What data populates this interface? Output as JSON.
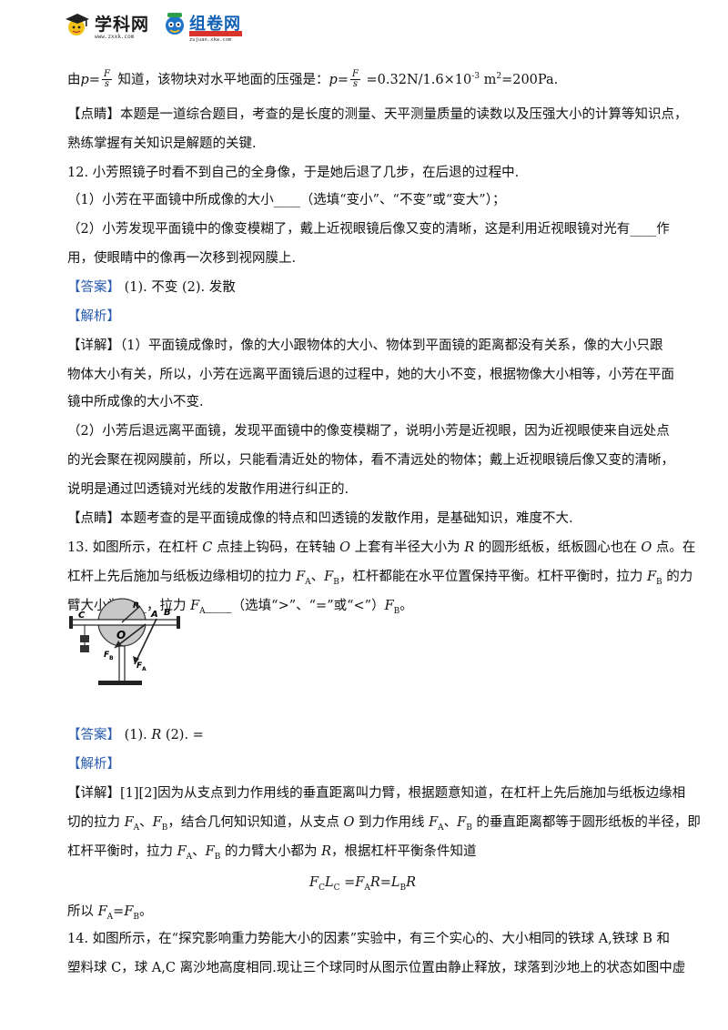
{
  "header": {
    "logo1_name": "学科网",
    "logo1_url": "www.zxxk.com",
    "logo2_name": "组卷网",
    "logo2_url": "zujuan.xkw.com"
  },
  "lines": {
    "l1_a": "由",
    "l1_p1": "p",
    "l1_eq1": "=",
    "l1_f1_num": "F",
    "l1_f1_den": "s",
    "l1_b": " 知道，该物块对水平地面的压强是：",
    "l1_p2": "p",
    "l1_eq2": "=",
    "l1_f2_num": "F",
    "l1_f2_den": "s",
    "l1_c": " =0.32N/1.6×10",
    "l1_sup1": "-3",
    "l1_d": " m",
    "l1_sup2": "2",
    "l1_e": "=200Pa.",
    "l2": "【点睛】本题是一道综合题目，考查的是长度的测量、天平测量质量的读数以及压强大小的计算等知识点，",
    "l3": "熟练掌握有关知识是解题的关键.",
    "l4": "12. 小芳照镜子时看不到自己的全身像，于是她后退了几步，在后退的过程中.",
    "l5": "（1）小芳在平面镜中所成像的大小____（选填“变小”、“不变”或“变大”）；",
    "l6": "（2）小芳发现平面镜中的像变模糊了，戴上近视眼镜后像又变的清晰，这是利用近视眼镜对光有____作",
    "l7": "用，使眼睛中的像再一次移到视网膜上.",
    "l8_label": "【答案】",
    "l8_ans": "    (1). 不变     (2). 发散",
    "l9": "【解析】",
    "l10": "【详解】（1）平面镜成像时，像的大小跟物体的大小、物体到平面镜的距离都没有关系，像的大小只跟",
    "l11": "物体大小有关，所以，小芳在远离平面镜后退的过程中，她的大小不变，根据物像大小相等，小芳在平面",
    "l12": "镜中所成像的大小不变.",
    "l13": "（2）小芳后退远离平面镜，发现平面镜中的像变模糊了，说明小芳是近视眼，因为近视眼使来自远处点",
    "l14": "的光会聚在视网膜前，所以，只能看清近处的物体，看不清远处的物体；戴上近视眼镜后像又变的清晰，",
    "l15": "说明是通过凹透镜对光线的发散作用进行纠正的.",
    "l16": "【点睛】本题考查的是平面镜成像的特点和凹透镜的发散作用，是基础知识，难度不大.",
    "l17_a": "13. 如图所示，在杠杆 ",
    "l17_C": "C",
    "l17_b": " 点挂上钩码，在转轴 ",
    "l17_O": "O",
    "l17_c": " 上套有半径大小为 ",
    "l17_R": "R",
    "l17_d": " 的圆形纸板，纸板圆心也在 ",
    "l17_O2": "O",
    "l17_e": " 点。在",
    "l18_a": "杠杆上先后施加与纸板边缘相切的拉力 ",
    "l18_FA": "F",
    "l18_A": "A",
    "l18_b": "、",
    "l18_FB": "F",
    "l18_B": "B",
    "l18_c": "，杠杆都能在水平位置保持平衡。杠杆平衡时，拉力 ",
    "l18_F2": "F",
    "l18_B2": "B",
    "l18_d": " 的力",
    "l19_a": "臂大小为____，拉力 ",
    "l19_F": "F",
    "l19_A": "A",
    "l19_b": "____（选填“>”、“=”或“<”）",
    "l19_F2": "F",
    "l19_B": "B",
    "l19_c": "。",
    "l20_label": "【答案】",
    "l20_a": "    (1). ",
    "l20_R": "R",
    "l20_b": "    (2). =",
    "l21": "【解析】",
    "l22": "【详解】[1][2]因为从支点到力作用线的垂直距离叫力臂，根据题意知道，在杠杆上先后施加与纸板边缘相",
    "l23_a": "切的拉力 ",
    "l23_FA": "F",
    "l23_A": "A",
    "l23_b": "、",
    "l23_FB": "F",
    "l23_B": "B",
    "l23_c": "，结合几何知识知道，从支点 ",
    "l23_O": "O",
    "l23_d": " 到力作用线 ",
    "l23_FA2": "F",
    "l23_A2": "A",
    "l23_e": "、",
    "l23_FB2": "F",
    "l23_B2": "B",
    "l23_f": " 的垂直距离都等于圆形纸板的半径，即",
    "l24_a": "杠杆平衡时，拉力 ",
    "l24_FA": "F",
    "l24_A": "A",
    "l24_b": "、",
    "l24_FB": "F",
    "l24_B": "B",
    "l24_c": " 的力臂大小都为 ",
    "l24_R": "R",
    "l24_d": "，根据杠杆平衡条件知道",
    "l25_F1": "F",
    "l25_C1": "C",
    "l25_L1": "L",
    "l25_C2": "C",
    "l25_eq1": " =",
    "l25_F2": "F",
    "l25_A": "A",
    "l25_R1": "R",
    "l25_eq2": "=",
    "l25_L2": "L",
    "l25_B": "B",
    "l25_R2": "R",
    "l26_a": "所以 ",
    "l26_F1": "F",
    "l26_A": "A",
    "l26_eq": "=",
    "l26_F2": "F",
    "l26_B": "B",
    "l26_b": "。",
    "l27": "14. 如图所示，在“探究影响重力势能大小的因素”实验中，有三个实心的、大小相同的铁球 A,铁球 B 和",
    "l28": "塑料球 C，球 A,C 离沙地高度相同.现让三个球同时从图示位置由静止释放，球落到沙地上的状态如图中虚"
  },
  "figure": {
    "label_C": "C",
    "label_R": "R",
    "label_A": "A",
    "label_B": "B",
    "label_O": "O",
    "label_FB": "F",
    "label_FB_sub": "B",
    "label_FA": "F",
    "label_FA_sub": "A"
  },
  "colors": {
    "answer_label": "#2a5db0",
    "text": "#111111",
    "disc": "#c8c8c8"
  }
}
